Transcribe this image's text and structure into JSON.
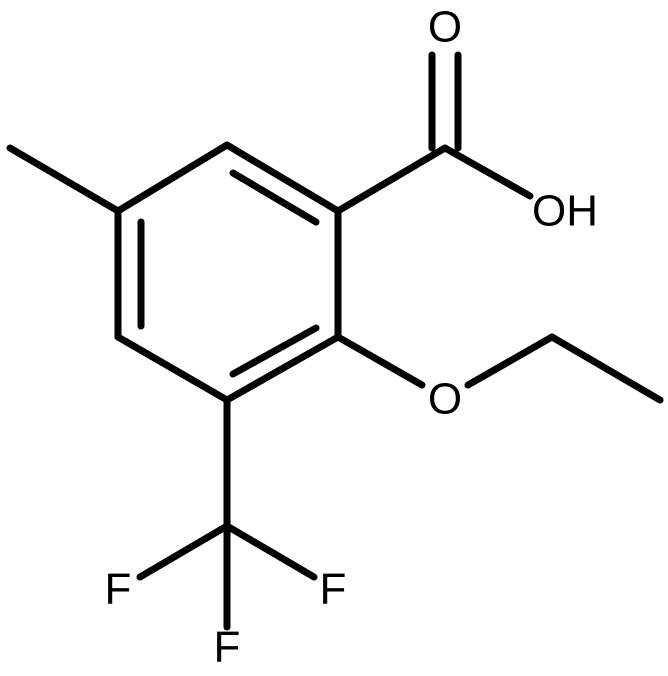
{
  "structure": {
    "atoms": {
      "carbonyl_oxygen": "O",
      "hydroxyl": "OH",
      "ether_oxygen": "O",
      "fluorine_left": "F",
      "fluorine_right": "F",
      "fluorine_bottom": "F"
    }
  }
}
